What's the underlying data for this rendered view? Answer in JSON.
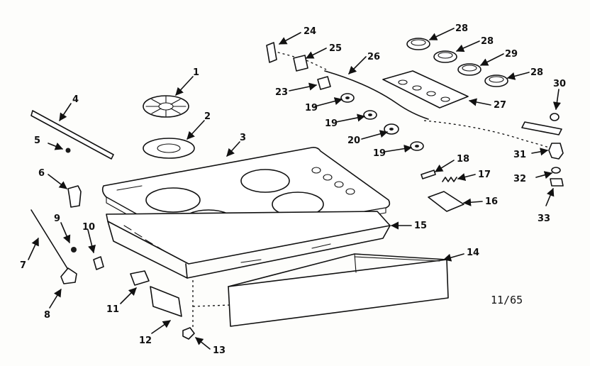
{
  "diagram": {
    "drawing_code": "11/65",
    "callouts": [
      "1",
      "2",
      "3",
      "4",
      "5",
      "6",
      "7",
      "8",
      "9",
      "10",
      "11",
      "12",
      "13",
      "14",
      "15",
      "16",
      "17",
      "18",
      "19",
      "19",
      "19",
      "20",
      "23",
      "24",
      "25",
      "26",
      "27",
      "28",
      "28",
      "28",
      "29",
      "30",
      "31",
      "32",
      "33"
    ]
  }
}
